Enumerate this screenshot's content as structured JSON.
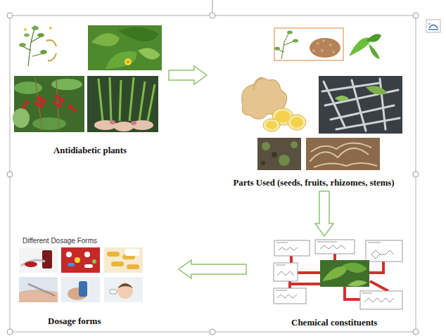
{
  "diagram": {
    "nodes": [
      {
        "text": [
          "Antidiabetic plants"
        ]
      },
      {
        "text": [
          "Parts Used (seeds, fruits, rhizomes, stems)"
        ]
      },
      {
        "text": [
          "Chemical constituents"
        ]
      },
      {
        "text": [
          "Different Dosage Forms",
          "Dosage forms"
        ]
      }
    ],
    "edges": [
      {
        "from": 0,
        "to": 1,
        "arrow": "to"
      },
      {
        "from": 1,
        "to": 2,
        "arrow": "to"
      },
      {
        "from": 2,
        "to": 3,
        "arrow": "to"
      }
    ]
  }
}
